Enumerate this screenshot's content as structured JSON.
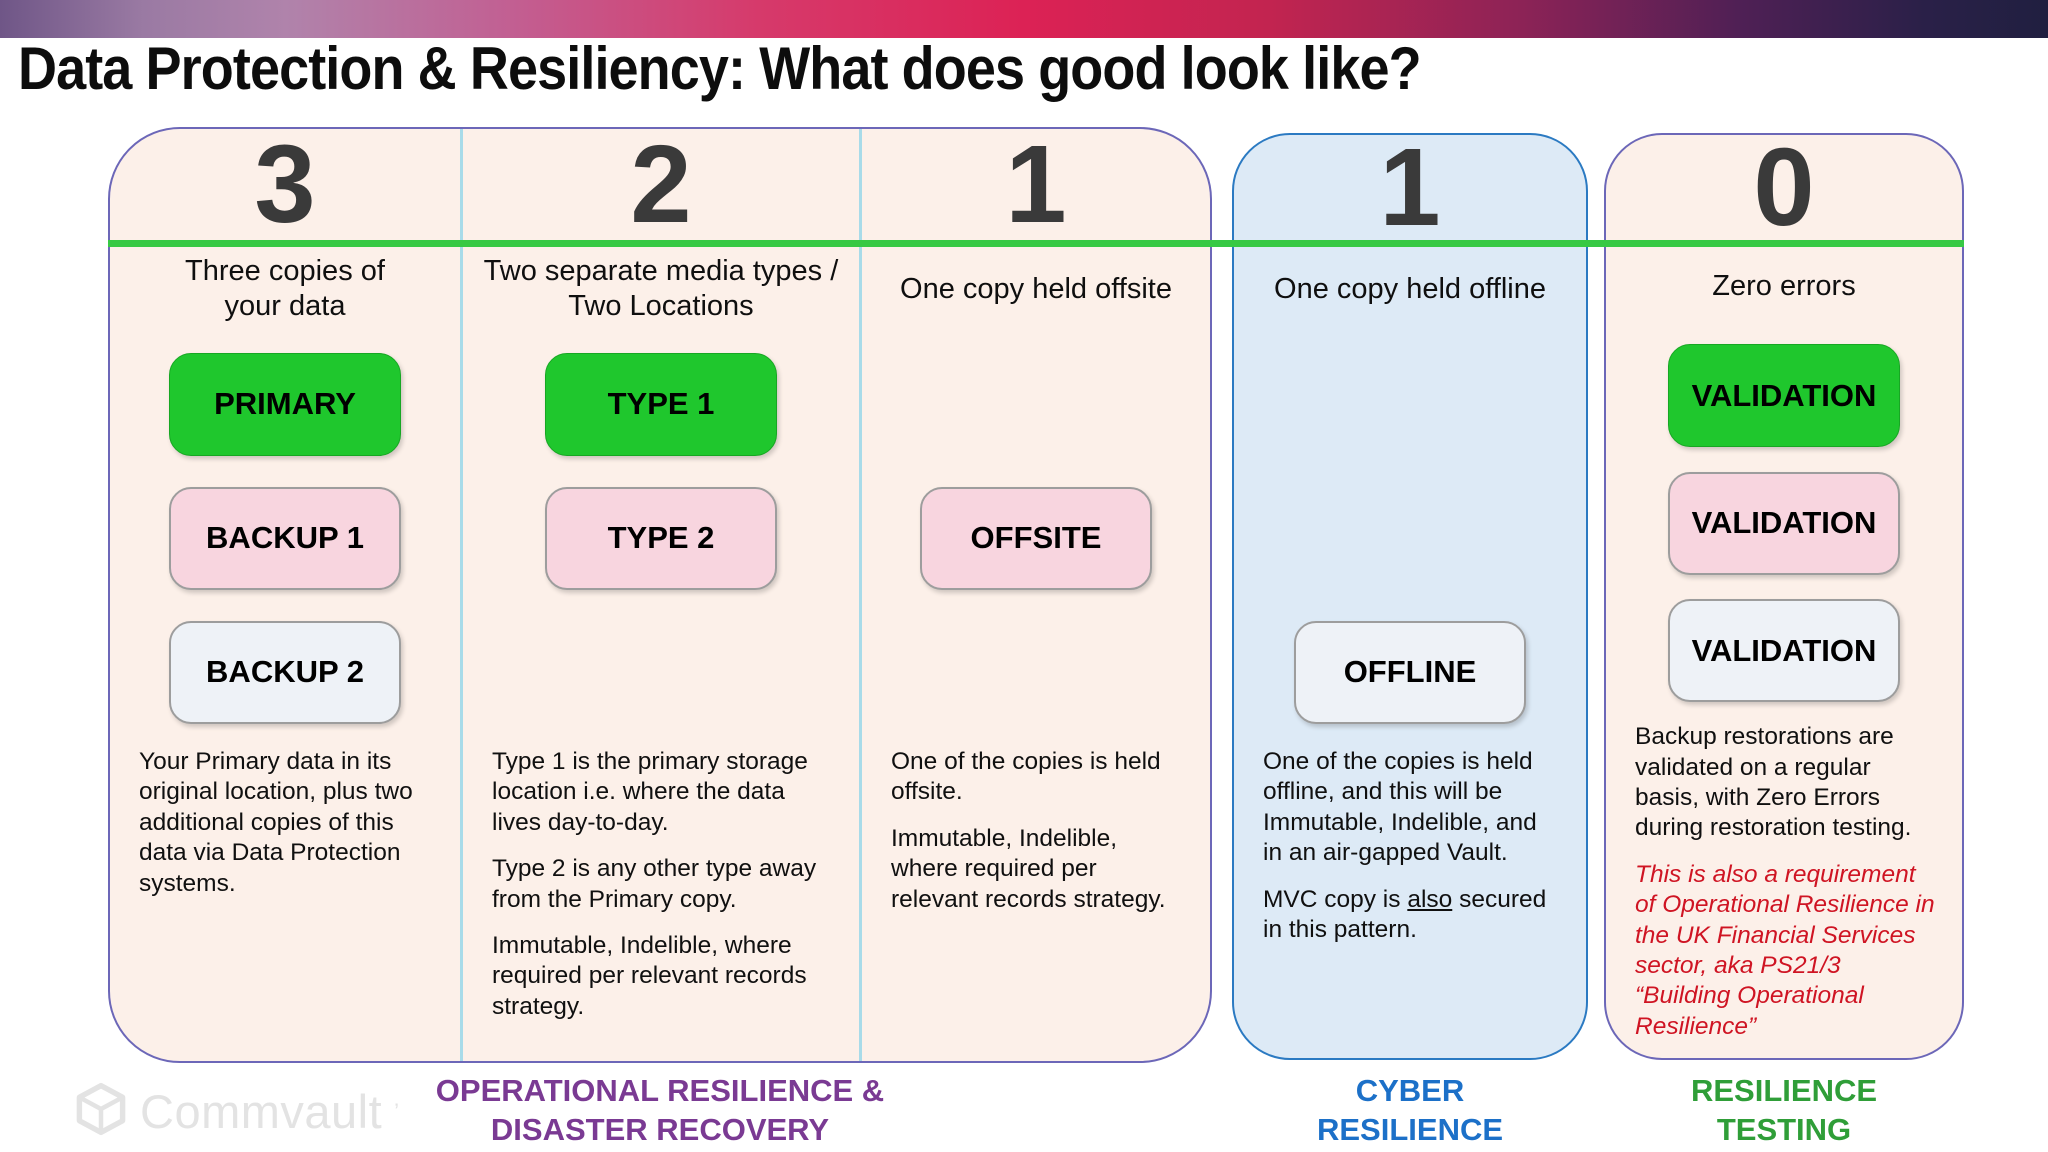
{
  "header": {
    "title": "Data Protection & Resiliency: What does good look like?"
  },
  "logo": {
    "name": "Commvault",
    "mark": "’"
  },
  "columns": [
    {
      "number": "3",
      "subtitle": "Three copies of your data",
      "boxes": {
        "row1": "PRIMARY",
        "row2": "BACKUP 1",
        "row3": "BACKUP 2"
      },
      "description": {
        "p1": "Your Primary data in its original location, plus two additional copies of this data via Data Protection systems."
      }
    },
    {
      "number": "2",
      "subtitle": "Two separate media types / Two Locations",
      "boxes": {
        "row1": "TYPE 1",
        "row2": "TYPE 2"
      },
      "description": {
        "p1": "Type 1 is the primary storage location i.e. where the data lives day-to-day.",
        "p2": "Type 2 is any other type away from the Primary copy.",
        "p3": "Immutable, Indelible, where required per relevant records strategy."
      }
    },
    {
      "number": "1",
      "subtitle": "One copy held offsite",
      "boxes": {
        "row2": "OFFSITE"
      },
      "description": {
        "p1": "One of the copies is held offsite.",
        "p2": "Immutable, Indelible, where required per relevant records strategy."
      }
    },
    {
      "number": "1",
      "subtitle": "One copy held offline",
      "boxes": {
        "row3": "OFFLINE"
      },
      "description": {
        "p1": "One of the copies is held offline, and this will be Immutable, Indelible, and in an air-gapped Vault.",
        "p2a": "MVC copy is ",
        "p2b": "also",
        "p2c": " secured in this pattern."
      }
    },
    {
      "number": "0",
      "subtitle": "Zero errors",
      "boxes": {
        "row1": "VALIDATION",
        "row2": "VALIDATION",
        "row3": "VALIDATION"
      },
      "description": {
        "p1": "Backup restorations are validated on a regular basis, with Zero Errors during restoration testing.",
        "p2": "This is also a requirement of Operational Resilience in the UK Financial Services sector, aka PS21/3 “Building Operational Resilience”"
      }
    }
  ],
  "footers": {
    "group1": "OPERATIONAL RESILIENCE & DISASTER RECOVERY",
    "group2": "CYBER RESILIENCE",
    "group3": "RESILIENCE TESTING"
  },
  "colors": {
    "accent_green_line": "#37c944",
    "box_green": "#1fc72d",
    "box_pink": "#f8d5df",
    "box_light": "#eef2f7",
    "panel_peach": "#fcf0e9",
    "panel_blue": "#ddeaf6",
    "panel_border_purple": "#6c67b8",
    "panel_border_blue": "#2b7ac2",
    "column_divider_blue": "#a8dbe9",
    "footer_purple": "#7a3a93",
    "footer_blue": "#1c70c8",
    "footer_green": "#2f9e38",
    "red_note": "#cf1423"
  }
}
